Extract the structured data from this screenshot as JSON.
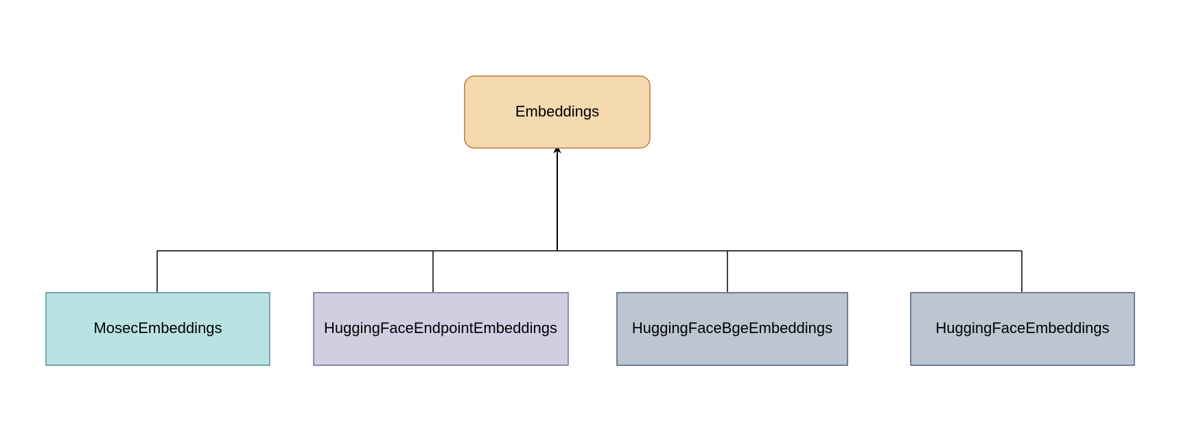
{
  "diagram": {
    "parent": {
      "label": "Embeddings",
      "fill": "#f5d9b0",
      "stroke": "#b57b3a"
    },
    "children": [
      {
        "label": "MosecEmbeddings",
        "fill": "#b9e2e3",
        "stroke": "#4e8f94"
      },
      {
        "label": "HuggingFaceEndpointEmbeddings",
        "fill": "#d1cee2",
        "stroke": "#6e6a96"
      },
      {
        "label": "HuggingFaceBgeEmbeddings",
        "fill": "#bcc6d1",
        "stroke": "#4a5f7c"
      },
      {
        "label": "HuggingFaceEmbeddings",
        "fill": "#bcc6d1",
        "stroke": "#4a5f7c"
      }
    ],
    "connector_color": "#000000"
  }
}
